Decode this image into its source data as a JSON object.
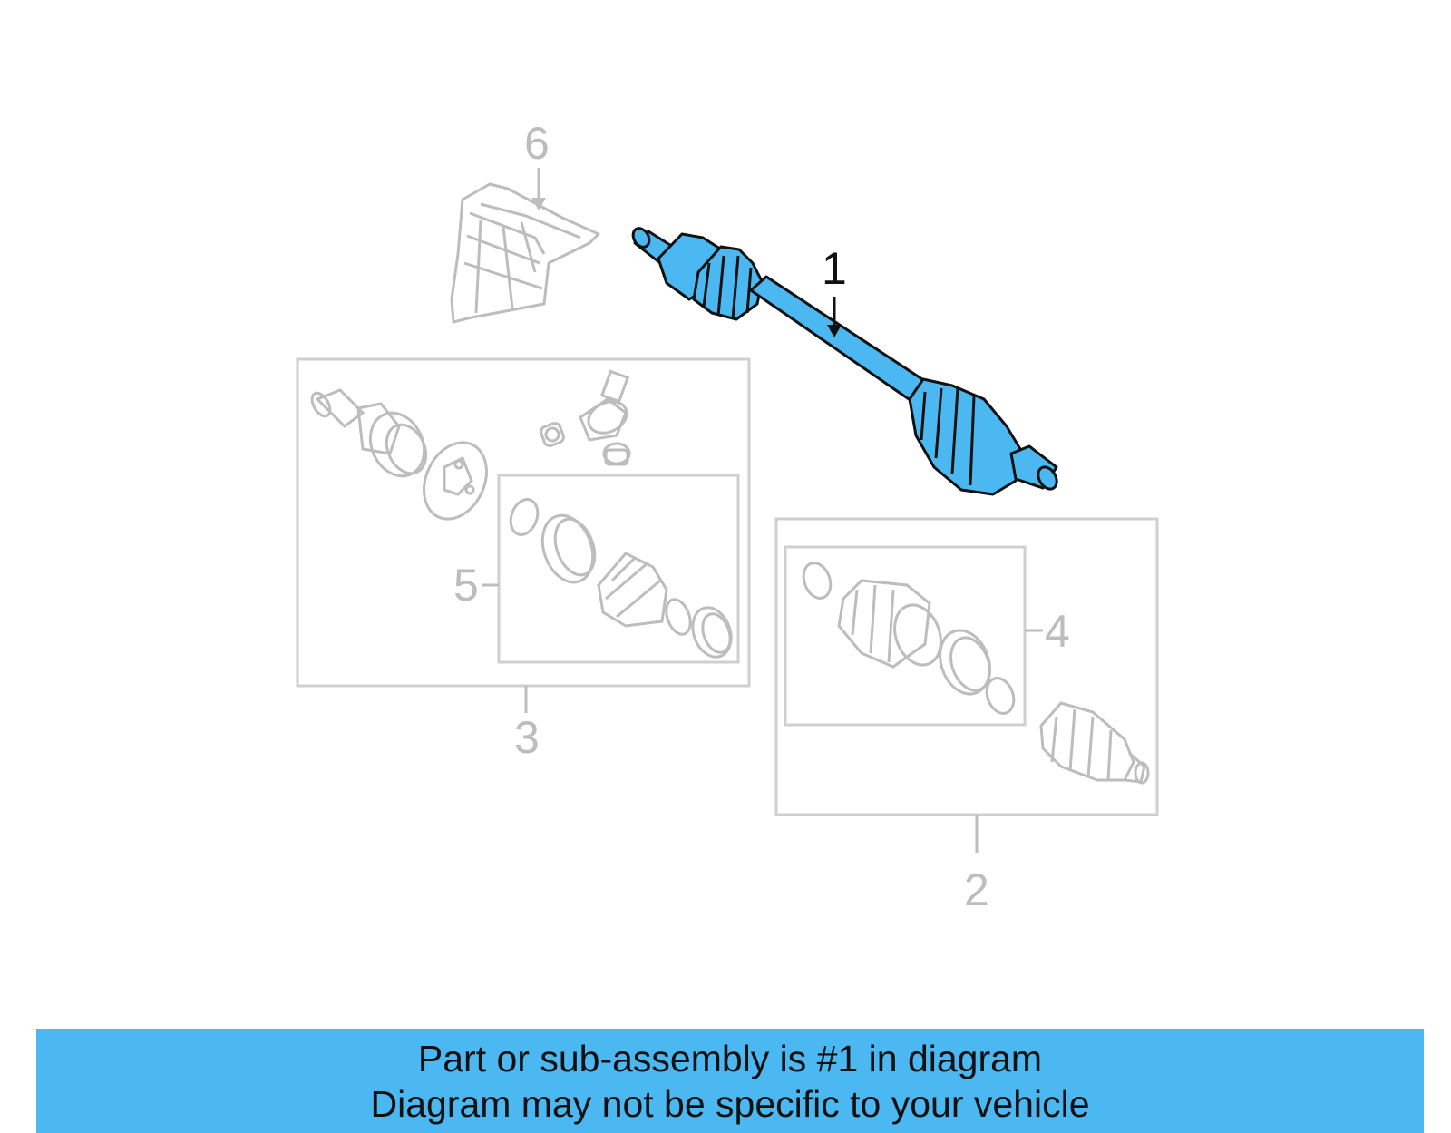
{
  "callouts": {
    "c1": "1",
    "c2": "2",
    "c3": "3",
    "c4": "4",
    "c5": "5",
    "c6": "6"
  },
  "banner": {
    "line1": "Part or sub-assembly is #1 in diagram",
    "line2": "Diagram may not be specific to your vehicle"
  },
  "colors": {
    "highlight": "#4cb8f2",
    "ghost_line": "#bdbdbd",
    "ink": "#111111"
  },
  "icons": [
    "axle-shaft-icon",
    "heat-shield-icon",
    "cv-joint-icon",
    "boot-kit-icon"
  ]
}
